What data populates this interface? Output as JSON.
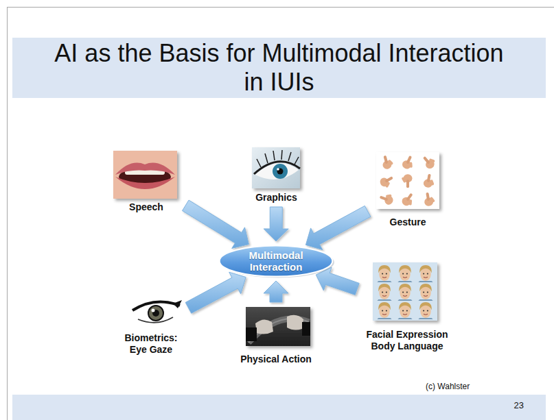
{
  "diagram": {
    "title": "AI as the Basis for Multimodal Interaction in IUIs",
    "nodes": [
      {
        "text": [
          "Speech"
        ]
      },
      {
        "text": [
          "Graphics"
        ]
      },
      {
        "text": [
          "Gesture"
        ]
      },
      {
        "text": [
          "Multimodal Interaction"
        ]
      },
      {
        "text": [
          "Biometrics: Eye Gaze"
        ]
      },
      {
        "text": [
          "Physical Action"
        ]
      },
      {
        "text": [
          "Facial Expression Body Language"
        ]
      }
    ],
    "edges": [
      {
        "from": 0,
        "to": 3,
        "arrow": "to"
      },
      {
        "from": 1,
        "to": 3,
        "arrow": "to"
      },
      {
        "from": 2,
        "to": 3,
        "arrow": "to"
      },
      {
        "from": 4,
        "to": 3,
        "arrow": "to"
      },
      {
        "from": 5,
        "to": 3,
        "arrow": "to"
      },
      {
        "from": 6,
        "to": 3,
        "arrow": "to"
      }
    ],
    "labels": [
      "(c) Wahlster",
      "23"
    ]
  }
}
